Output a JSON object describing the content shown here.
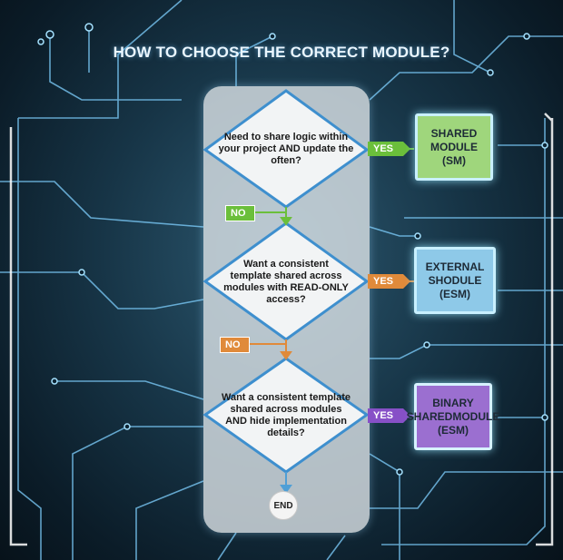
{
  "title": "HOW TO CHOOSE THE CORRECT MODULE?",
  "questions": [
    {
      "text": "Need to share logic within your project AND update the often?"
    },
    {
      "text": "Want a consistent template shared across modules with READ-ONLY access?"
    },
    {
      "text": "Want a consistent template shared across modules AND hide implementation details?"
    }
  ],
  "yes_label": "YES",
  "no_label": "NO",
  "end_label": "END",
  "modules": [
    {
      "label": "SHARED\nMODULE\n(SM)",
      "color": "#9fd67c"
    },
    {
      "label": "EXTERNAL\nSHODULE\n(ESM)",
      "color": "#8ec9e8"
    },
    {
      "label": "BINARY\nSHAREDMODULE\n(ESM)",
      "color": "#9b6fd0"
    }
  ],
  "colors": {
    "yes_green": "#6bbf3b",
    "yes_orange": "#e08a3a",
    "yes_purple": "#8750c7",
    "no_green": "#6bbf3b",
    "no_orange": "#e08a3a",
    "connector": "#4f9fd6"
  }
}
